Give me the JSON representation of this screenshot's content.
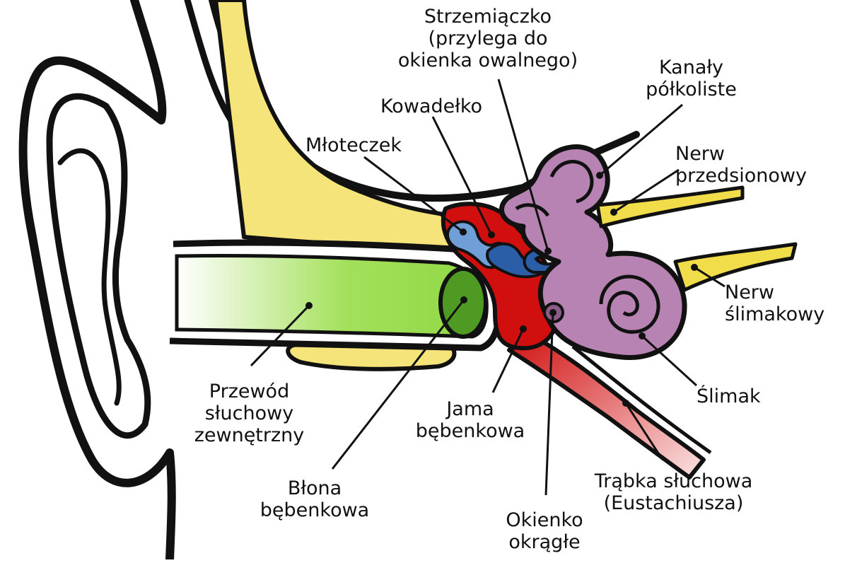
{
  "labels": {
    "strzemiaczko": "Strzemiączko\n(przylega do\nokienka owalnego)",
    "kowadelko": "Kowadełko",
    "mloteczek": "Młoteczek",
    "kanaly": "Kanały\npółkoliste",
    "nerw_przedsionowy": "Nerw\nprzedsionowy",
    "nerw_slimakowy": "Nerw\nślimakowy",
    "slimak": "Ślimak",
    "przewod": "Przewód\nsłuchowy\nzewnętrzny",
    "jama": "Jama\nbębenkowa",
    "blona": "Błona\nbębenkowa",
    "okienko": "Okienko\nokrągłe",
    "trabka": "Trąbka słuchowa\n(Eustachiusza)"
  },
  "colors": {
    "outline": "#111111",
    "bone": "#f5e47a",
    "canal": "#a3e05a",
    "eardrum": "#4f9a22",
    "middle_ear": "#d10f0f",
    "ossicles": "#6f9fd6",
    "stapes": "#2b5ea6",
    "inner_ear": "#b683b3",
    "nerve": "#f1dc4a",
    "eustachian": "#e15a5a"
  }
}
